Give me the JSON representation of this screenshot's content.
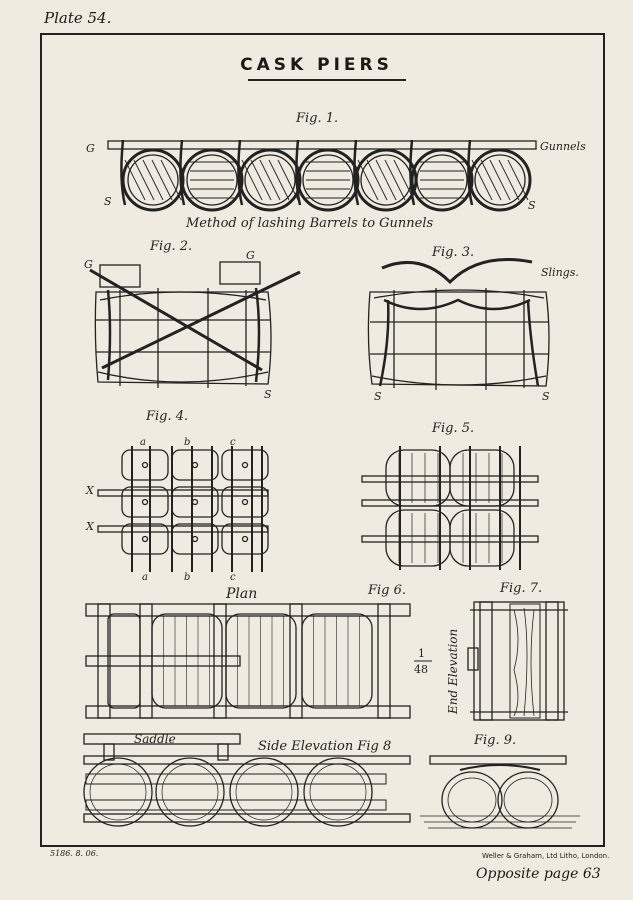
{
  "plate": "Plate 54.",
  "title": "CASK PIERS",
  "figures": {
    "fig1": {
      "label": "Fig. 1.",
      "g": "G",
      "s_left": "S",
      "s_right": "S",
      "gunnels": "Gunnels",
      "caption": "Method of lashing Barrels to Gunnels"
    },
    "fig2": {
      "label": "Fig. 2.",
      "g1": "G",
      "g2": "G",
      "s": "S"
    },
    "fig3": {
      "label": "Fig. 3.",
      "slings": "Slings.",
      "s1": "S",
      "s2": "S"
    },
    "fig4": {
      "label": "Fig. 4.",
      "x1": "X",
      "x2": "X",
      "a_top": "a",
      "b_top": "b",
      "c_top": "c",
      "a_bot": "a",
      "b_bot": "b",
      "c_bot": "c"
    },
    "fig5": {
      "label": "Fig. 5."
    },
    "fig6": {
      "label": "Fig 6.",
      "plan": "Plan",
      "scale_num": "1",
      "scale_den": "48",
      "saddle": "Saddle",
      "side_elevation": "Side Elevation Fig 8"
    },
    "fig7": {
      "label": "Fig. 7.",
      "end_elevation": "End Elevation"
    },
    "fig9": {
      "label": "Fig. 9."
    }
  },
  "footer": {
    "code": "5186. 8. 06.",
    "printer": "Weller & Graham, Ltd Litho, London.",
    "opposite": "Opposite page 63"
  }
}
